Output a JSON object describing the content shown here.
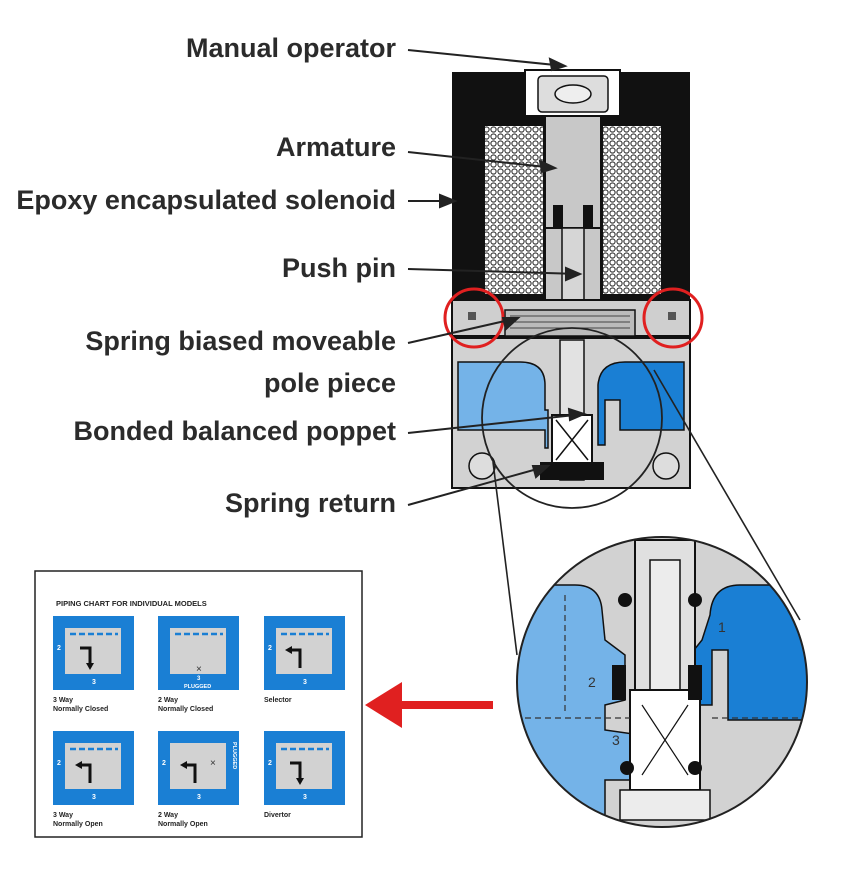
{
  "labels": {
    "manual_operator": "Manual operator",
    "armature": "Armature",
    "epoxy_solenoid": "Epoxy encapsulated solenoid",
    "push_pin": "Push pin",
    "spring_pole_1": "Spring biased moveable",
    "spring_pole_2": "pole piece",
    "bonded_poppet": "Bonded balanced poppet",
    "spring_return": "Spring return"
  },
  "chart": {
    "title": "PIPING CHART FOR INDIVIDUAL MODELS",
    "cells": [
      {
        "name1": "3 Way",
        "name2": "Normally Closed",
        "port_top": "2",
        "port_bot": "3",
        "extra": ""
      },
      {
        "name1": "2 Way",
        "name2": "Normally Closed",
        "port_top": "",
        "port_bot": "3",
        "extra": "PLUGGED"
      },
      {
        "name1": "Selector",
        "name2": "",
        "port_top": "2",
        "port_bot": "3",
        "extra": ""
      },
      {
        "name1": "3 Way",
        "name2": "Normally Open",
        "port_top": "2",
        "port_bot": "3",
        "extra": ""
      },
      {
        "name1": "2 Way",
        "name2": "Normally Open",
        "port_top": "2",
        "port_bot": "3",
        "extra": "PLUGGED"
      },
      {
        "name1": "Divertor",
        "name2": "",
        "port_top": "2",
        "port_bot": "3",
        "extra": ""
      }
    ]
  },
  "zoom_ports": {
    "p1": "1",
    "p2": "2",
    "p3": "3"
  },
  "colors": {
    "blue_dark": "#1a7fd4",
    "blue_light": "#74b3e8",
    "gray": "#d2d2d2",
    "red": "#e02020"
  }
}
